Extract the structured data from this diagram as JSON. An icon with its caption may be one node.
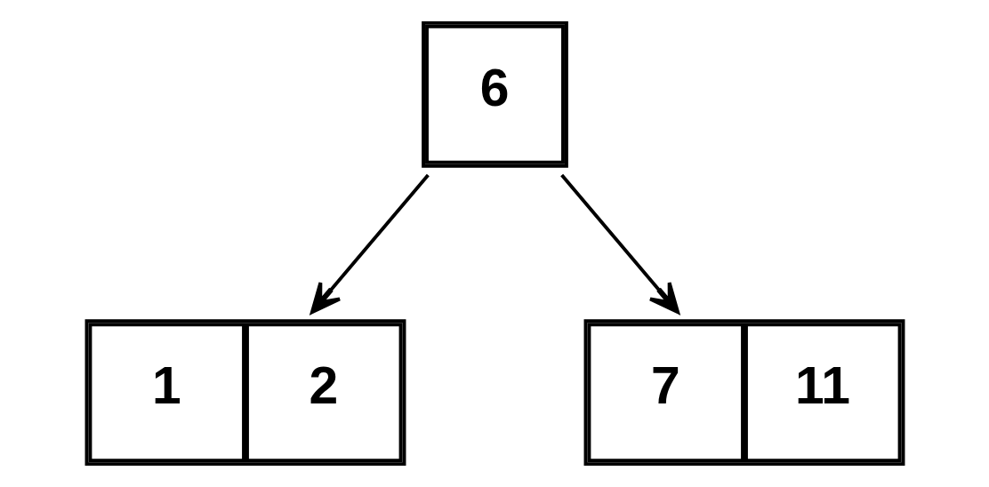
{
  "diagram": {
    "nodes": [
      {
        "text": [
          "6"
        ]
      },
      {
        "text": [
          "1",
          "2"
        ]
      },
      {
        "text": [
          "7",
          "11"
        ]
      }
    ],
    "edges": [
      {
        "from": 0,
        "to": 1,
        "arrow": "to"
      },
      {
        "from": 0,
        "to": 2,
        "arrow": "to"
      }
    ]
  }
}
